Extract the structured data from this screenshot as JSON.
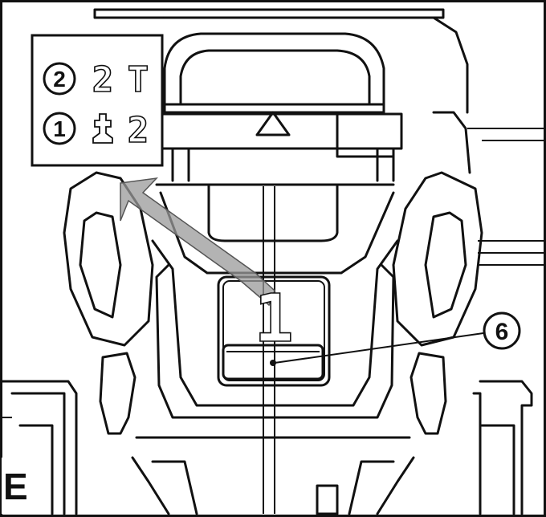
{
  "legend": {
    "row2": {
      "marker": "2",
      "glyph_a": "2",
      "glyph_b": "T"
    },
    "row1": {
      "marker": "1",
      "glyph_b": "2"
    }
  },
  "display_value": "1",
  "callout_label": "6",
  "corner_letter": "E",
  "colors": {
    "line": "#111111",
    "background": "#ffffff",
    "arrow": "#9a9a9a"
  }
}
